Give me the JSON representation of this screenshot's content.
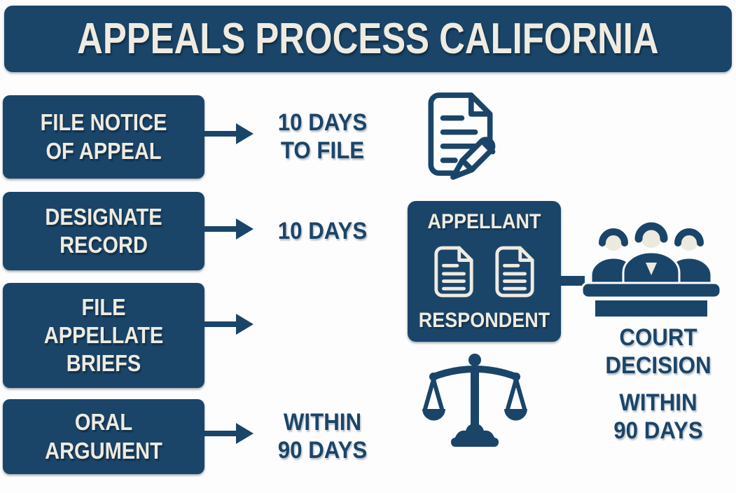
{
  "title": "APPEALS PROCESS CALIFORNIA",
  "colors": {
    "navy": "#1a4569",
    "cream": "#efebe0",
    "background": "#fdfdfd"
  },
  "steps": [
    {
      "id": "file-notice-of-appeal",
      "label": "FILE NOTICE\nOF APPEAL",
      "timeline": "10 DAYS\nTO FILE"
    },
    {
      "id": "designate-record",
      "label": "DESIGNATE\nRECORD",
      "timeline": "10 DAYS"
    },
    {
      "id": "file-appellate-briefs",
      "label": "FILE\nAPPELLATE\nBRIEFS",
      "timeline": ""
    },
    {
      "id": "oral-argument",
      "label": "ORAL\nARGUMENT",
      "timeline": "WITHIN\n90 DAYS"
    }
  ],
  "parties_panel": {
    "top": "APPELLANT",
    "bottom": "RESPONDENT"
  },
  "court_decision": {
    "heading": "COURT\nDECISION",
    "timeline": "WITHIN\n90 DAYS"
  },
  "icons": {
    "document_pencil": "document-with-pencil-icon",
    "briefs": "brief-document-icon",
    "judges": "judges-bench-icon",
    "scales": "scales-of-justice-icon",
    "arrow": "right-arrow-icon"
  }
}
